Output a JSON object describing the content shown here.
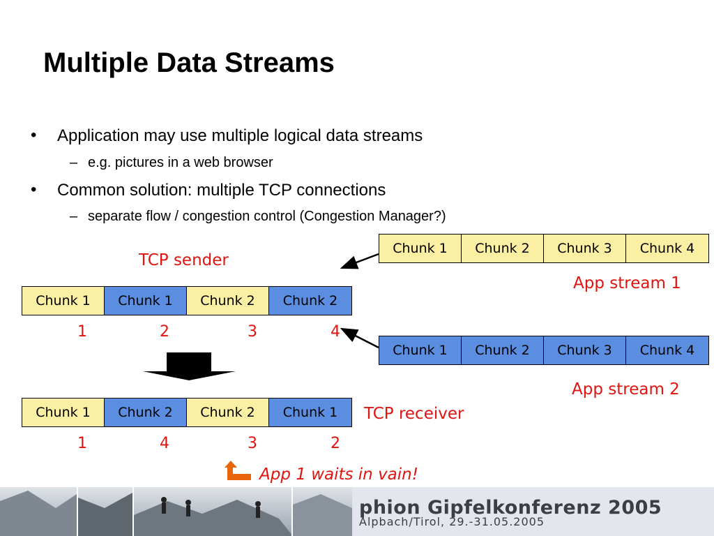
{
  "title": "Multiple Data Streams",
  "bullets": [
    {
      "text": "Application may use multiple logical data streams",
      "sub": "e.g. pictures in a web browser"
    },
    {
      "text": "Common solution: multiple TCP connections",
      "sub": "separate flow / congestion control (Congestion Manager?)"
    }
  ],
  "bullet_mark": "•",
  "sub_mark": "–",
  "diagram": {
    "tcp_sender_label": "TCP sender",
    "tcp_receiver_label": "TCP receiver",
    "app_stream_1_label": "App stream 1",
    "app_stream_2_label": "App stream 2",
    "waits_label": "App 1 waits in vain!",
    "sender_chunks": [
      {
        "label": "Chunk 1",
        "color": "yellow"
      },
      {
        "label": "Chunk 1",
        "color": "blue"
      },
      {
        "label": "Chunk 2",
        "color": "yellow"
      },
      {
        "label": "Chunk 2",
        "color": "blue"
      }
    ],
    "sender_numbers": [
      "1",
      "2",
      "3",
      "4"
    ],
    "receiver_chunks": [
      {
        "label": "Chunk 1",
        "color": "yellow"
      },
      {
        "label": "Chunk 2",
        "color": "blue"
      },
      {
        "label": "Chunk 2",
        "color": "yellow"
      },
      {
        "label": "Chunk 1",
        "color": "blue"
      }
    ],
    "receiver_numbers": [
      "1",
      "4",
      "3",
      "2"
    ],
    "app_stream_1_chunks": [
      "Chunk 1",
      "Chunk 2",
      "Chunk 3",
      "Chunk 4"
    ],
    "app_stream_2_chunks": [
      "Chunk 1",
      "Chunk 2",
      "Chunk 3",
      "Chunk 4"
    ],
    "colors": {
      "yellow": "#fbefa3",
      "blue": "#5b8ee0",
      "red": "#e0140f",
      "orange": "#e8650a"
    }
  },
  "footer": {
    "conference_title": "phion Gipfelkonferenz 2005",
    "conference_subtitle": "Alpbach/Tirol, 29.-31.05.2005"
  }
}
